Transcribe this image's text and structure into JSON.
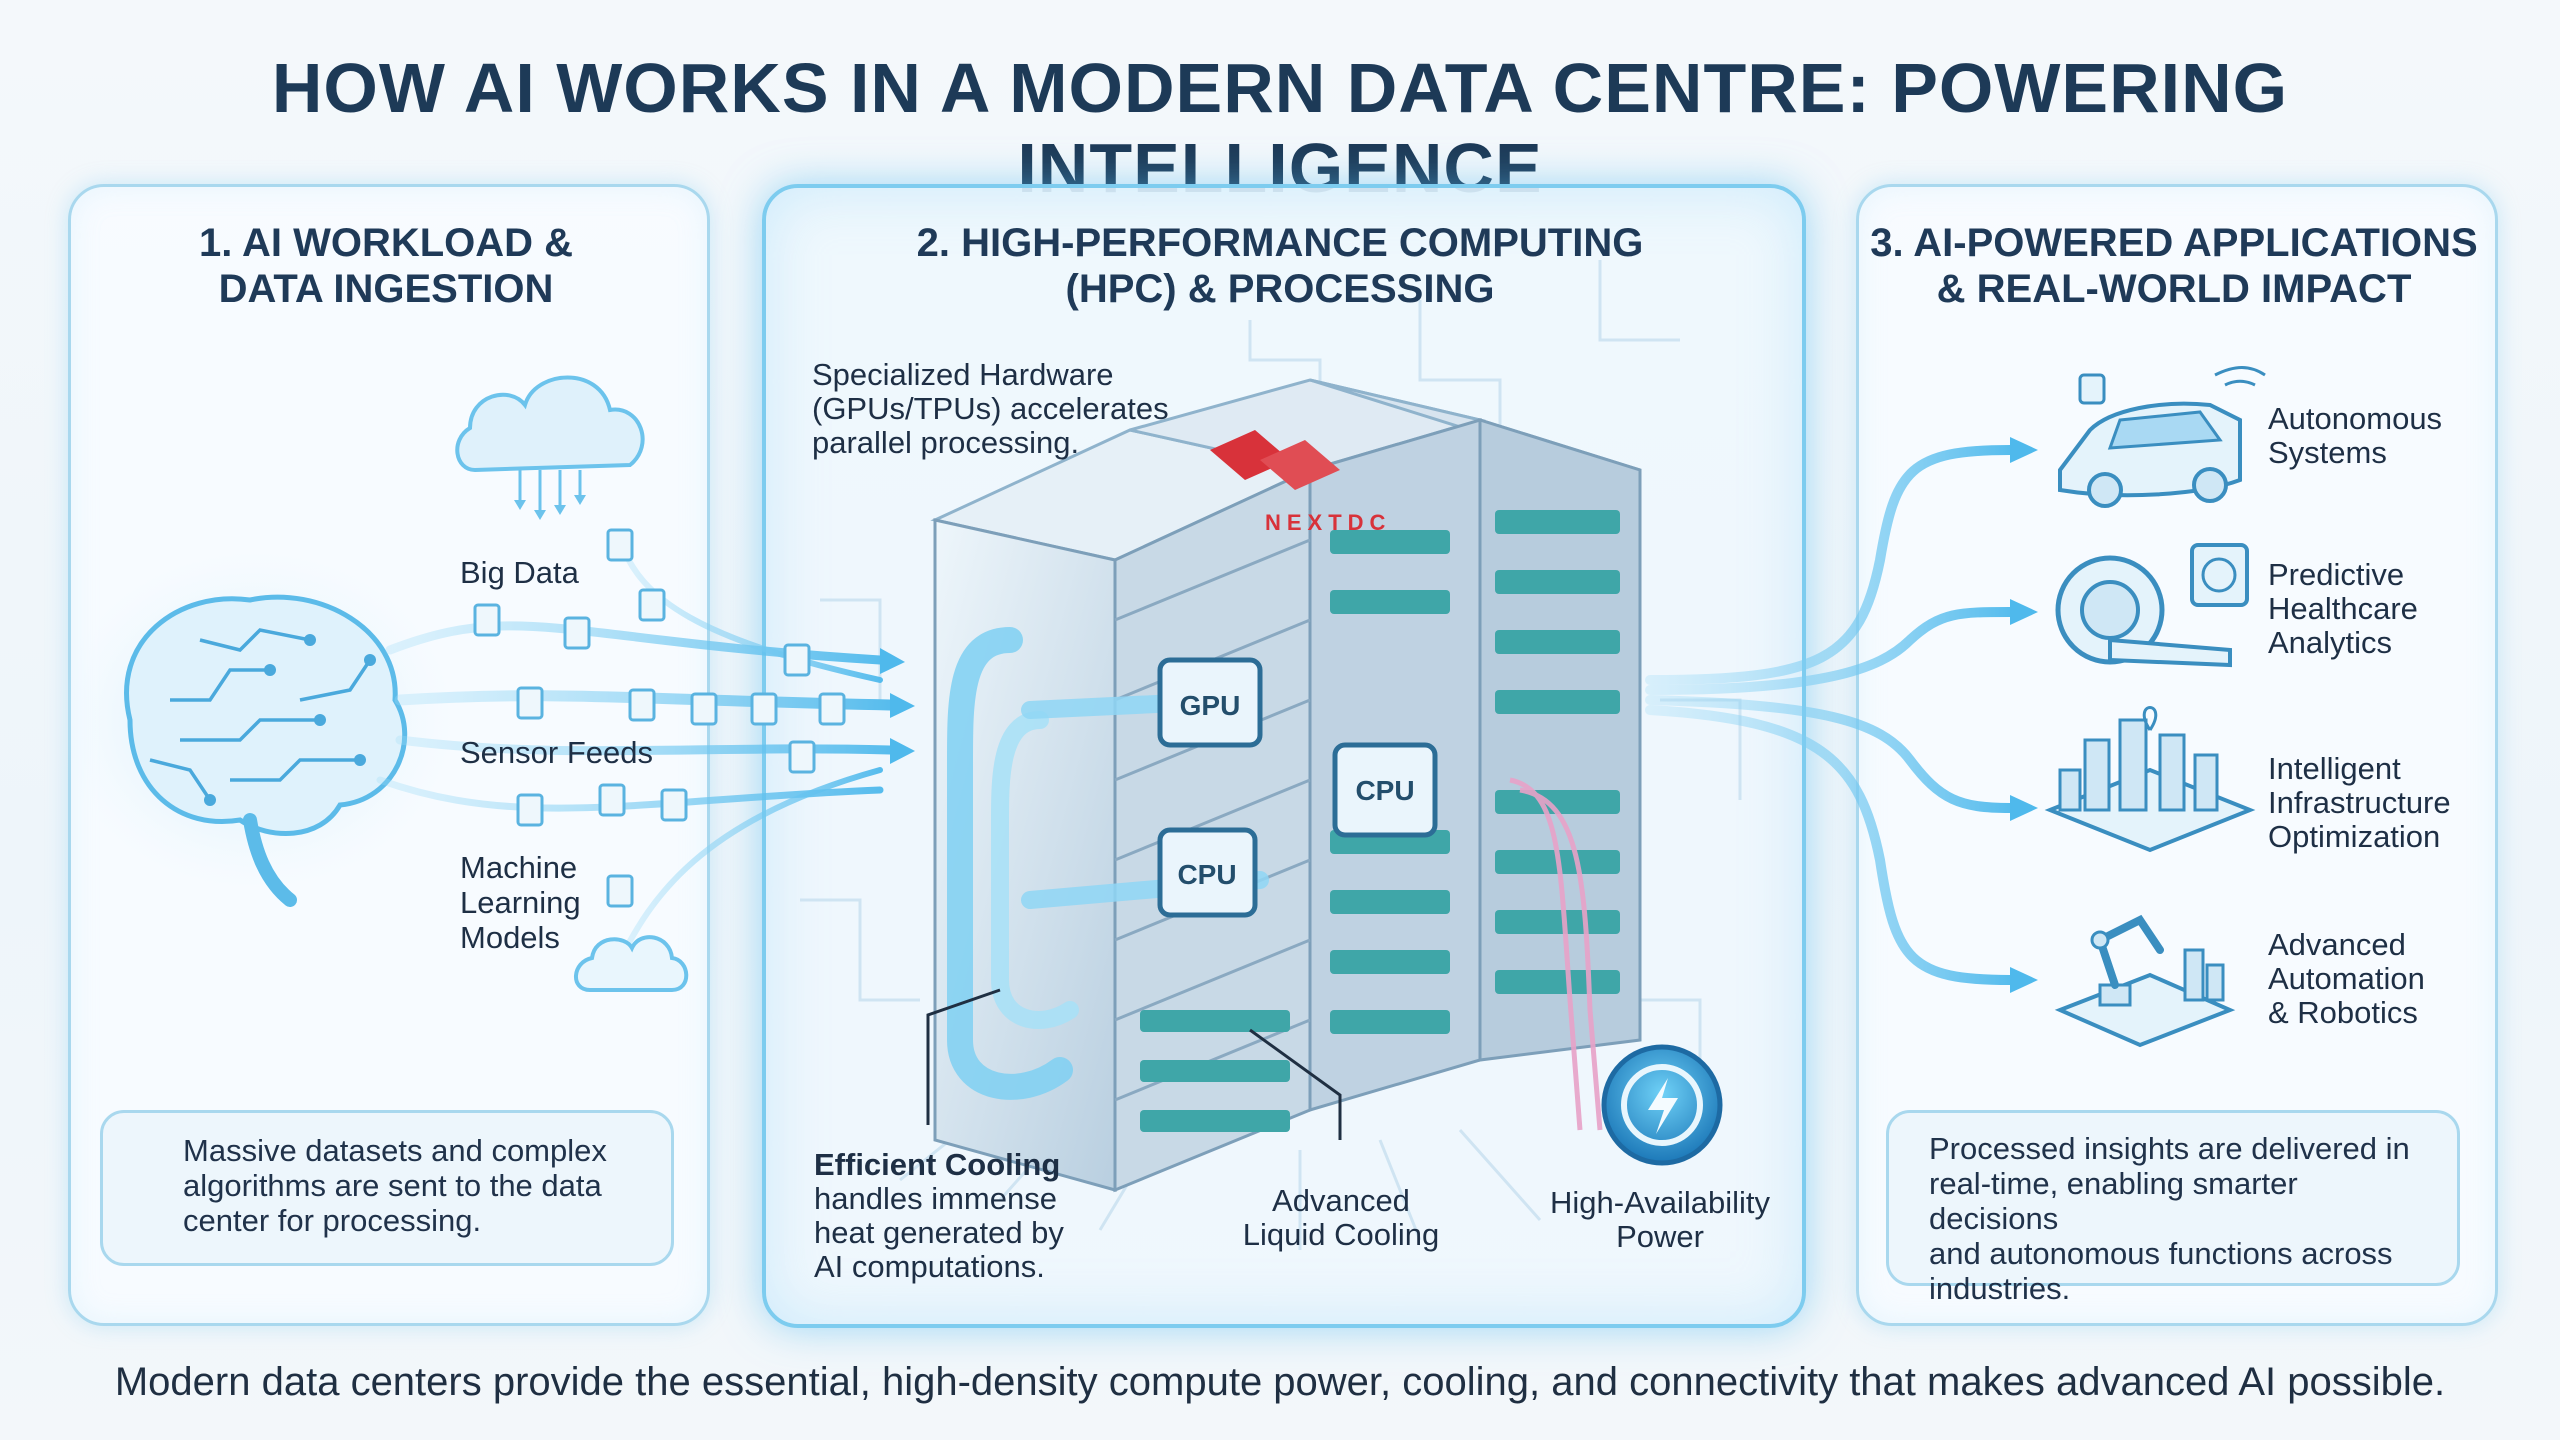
{
  "title": "HOW AI WORKS IN A MODERN DATA CENTRE: POWERING INTELLIGENCE",
  "panels": {
    "ingestion": {
      "title_line1": "1. AI WORKLOAD &",
      "title_line2": "DATA INGESTION",
      "labels": {
        "big_data": "Big Data",
        "sensor_feeds": "Sensor Feeds",
        "ml_line1": "Machine",
        "ml_line2": "Learning",
        "ml_line3": "Models"
      },
      "caption_lines": [
        "Massive datasets and complex",
        "algorithms are sent to the data",
        "center for processing."
      ]
    },
    "hpc": {
      "title_line1": "2. HIGH-PERFORMANCE COMPUTING",
      "title_line2": "(HPC) & PROCESSING",
      "hardware_lines": [
        "Specialized Hardware",
        "(GPUs/TPUs) accelerates",
        "parallel processing."
      ],
      "brand": "NEXTDC",
      "chips": {
        "gpu": "GPU",
        "cpu_a": "CPU",
        "cpu_b": "CPU"
      },
      "cooling_title": "Efficient Cooling",
      "cooling_lines": [
        "handles immense",
        "heat generated by",
        "AI computations."
      ],
      "liquid_lines": [
        "Advanced",
        "Liquid Cooling"
      ],
      "power_lines": [
        "High-Availability",
        "Power"
      ]
    },
    "applications": {
      "title_line1": "3. AI-POWERED APPLICATIONS",
      "title_line2": "& REAL-WORLD IMPACT",
      "items": [
        {
          "icon": "autonomous-car-icon",
          "lines": [
            "Autonomous",
            "Systems"
          ]
        },
        {
          "icon": "mri-scanner-icon",
          "lines": [
            "Predictive",
            "Healthcare",
            "Analytics"
          ]
        },
        {
          "icon": "smart-city-icon",
          "lines": [
            "Intelligent",
            "Infrastructure",
            "Optimization"
          ]
        },
        {
          "icon": "robot-arm-icon",
          "lines": [
            "Advanced",
            "Automation",
            "& Robotics"
          ]
        }
      ],
      "caption_lines": [
        "Processed insights are delivered in",
        "real-time, enabling smarter decisions",
        "and autonomous functions across",
        "industries."
      ]
    }
  },
  "footer": "Modern data centers provide the essential, high-density compute power, cooling, and connectivity that makes advanced AI possible.",
  "colors": {
    "accent": "#5fc3ee",
    "title": "#1d3a57",
    "brand": "#d8323a",
    "panel_border": "#a9d8ee"
  },
  "icons": [
    "brain-icon",
    "cloud-icon",
    "document-icon",
    "server-rack-icon",
    "gpu-chip-icon",
    "cpu-chip-icon",
    "power-icon",
    "autonomous-car-icon",
    "mri-scanner-icon",
    "smart-city-icon",
    "robot-arm-icon"
  ]
}
